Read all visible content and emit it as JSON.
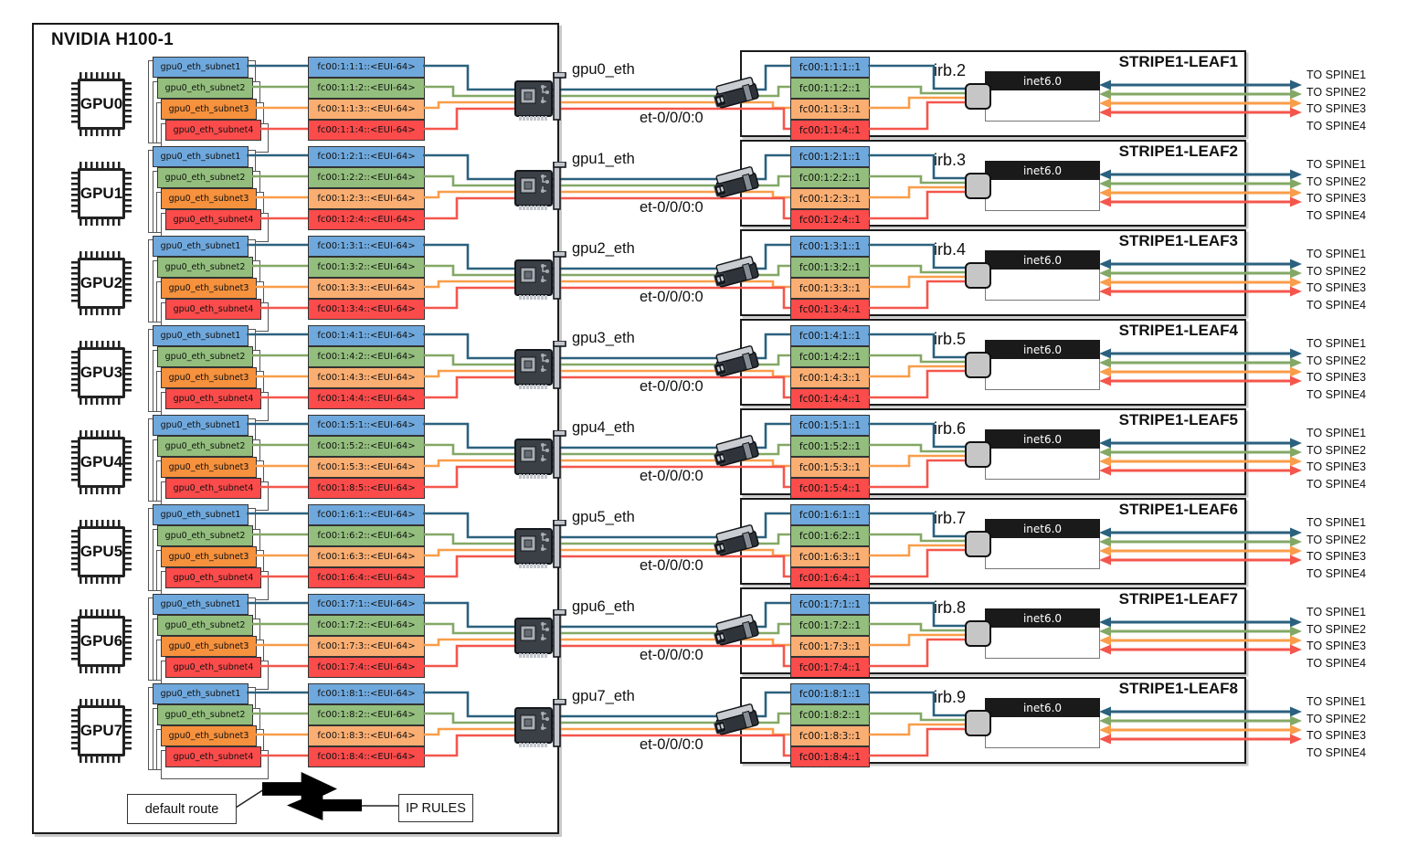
{
  "title": "NVIDIA H100-1",
  "colors": {
    "box_blue": "#6FA8DC",
    "box_green": "#93BE7D",
    "box_orange_dark": "#F6913D",
    "box_orange_light": "#FBAE72",
    "box_red": "#FB4B4B",
    "line_blue": "#2B617E",
    "line_green": "#83A866",
    "line_orange": "#F99D4A",
    "line_red": "#F4564C"
  },
  "legend": {
    "default_route": "default route",
    "ip_rules": "IP RULES"
  },
  "gpus": [
    {
      "label": "GPU0",
      "eth_label": "gpu0_eth",
      "port_label": "et-0/0/0:0",
      "subnets": [
        "gpu0_eth_subnet1",
        "gpu0_eth_subnet2",
        "gpu0_eth_subnet3",
        "gpu0_eth_subnet4"
      ],
      "addresses": [
        "fc00:1:1:1::<EUI-64>",
        "fc00:1:1:2::<EUI-64>",
        "fc00:1:1:3::<EUI-64>",
        "fc00:1:1:4::<EUI-64>"
      ]
    },
    {
      "label": "GPU1",
      "eth_label": "gpu1_eth",
      "port_label": "et-0/0/0:0",
      "subnets": [
        "gpu0_eth_subnet1",
        "gpu0_eth_subnet2",
        "gpu0_eth_subnet3",
        "gpu0_eth_subnet4"
      ],
      "addresses": [
        "fc00:1:2:1::<EUI-64>",
        "fc00:1:2:2::<EUI-64>",
        "fc00:1:2:3::<EUI-64>",
        "fc00:1:2:4::<EUI-64>"
      ]
    },
    {
      "label": "GPU2",
      "eth_label": "gpu2_eth",
      "port_label": "et-0/0/0:0",
      "subnets": [
        "gpu0_eth_subnet1",
        "gpu0_eth_subnet2",
        "gpu0_eth_subnet3",
        "gpu0_eth_subnet4"
      ],
      "addresses": [
        "fc00:1:3:1::<EUI-64>",
        "fc00:1:3:2::<EUI-64>",
        "fc00:1:3:3::<EUI-64>",
        "fc00:1:3:4::<EUI-64>"
      ]
    },
    {
      "label": "GPU3",
      "eth_label": "gpu3_eth",
      "port_label": "et-0/0/0:0",
      "subnets": [
        "gpu0_eth_subnet1",
        "gpu0_eth_subnet2",
        "gpu0_eth_subnet3",
        "gpu0_eth_subnet4"
      ],
      "addresses": [
        "fc00:1:4:1::<EUI-64>",
        "fc00:1:4:2::<EUI-64>",
        "fc00:1:4:3::<EUI-64>",
        "fc00:1:4:4::<EUI-64>"
      ]
    },
    {
      "label": "GPU4",
      "eth_label": "gpu4_eth",
      "port_label": "et-0/0/0:0",
      "subnets": [
        "gpu0_eth_subnet1",
        "gpu0_eth_subnet2",
        "gpu0_eth_subnet3",
        "gpu0_eth_subnet4"
      ],
      "addresses": [
        "fc00:1:5:1::<EUI-64>",
        "fc00:1:5:2::<EUI-64>",
        "fc00:1:5:3::<EUI-64>",
        "fc00:1:8:5::<EUI-64>"
      ]
    },
    {
      "label": "GPU5",
      "eth_label": "gpu5_eth",
      "port_label": "et-0/0/0:0",
      "subnets": [
        "gpu0_eth_subnet1",
        "gpu0_eth_subnet2",
        "gpu0_eth_subnet3",
        "gpu0_eth_subnet4"
      ],
      "addresses": [
        "fc00:1:6:1::<EUI-64>",
        "fc00:1:6:2::<EUI-64>",
        "fc00:1:6:3::<EUI-64>",
        "fc00:1:6:4::<EUI-64>"
      ]
    },
    {
      "label": "GPU6",
      "eth_label": "gpu6_eth",
      "port_label": "et-0/0/0:0",
      "subnets": [
        "gpu0_eth_subnet1",
        "gpu0_eth_subnet2",
        "gpu0_eth_subnet3",
        "gpu0_eth_subnet4"
      ],
      "addresses": [
        "fc00:1:7:1::<EUI-64>",
        "fc00:1:7:2::<EUI-64>",
        "fc00:1:7:3::<EUI-64>",
        "fc00:1:7:4::<EUI-64>"
      ]
    },
    {
      "label": "GPU7",
      "eth_label": "gpu7_eth",
      "port_label": "et-0/0/0:0",
      "subnets": [
        "gpu0_eth_subnet1",
        "gpu0_eth_subnet2",
        "gpu0_eth_subnet3",
        "gpu0_eth_subnet4"
      ],
      "addresses": [
        "fc00:1:8:1::<EUI-64>",
        "fc00:1:8:2::<EUI-64>",
        "fc00:1:8:3::<EUI-64>",
        "fc00:1:8:4::<EUI-64>"
      ]
    }
  ],
  "leaves": [
    {
      "title": "STRIPE1-LEAF1",
      "irb": "irb.2",
      "table": "inet6.0",
      "addresses": [
        "fc00:1:1:1::1",
        "fc00:1:1:2::1",
        "fc00:1:1:3::1",
        "fc00:1:1:4::1"
      ],
      "spines": [
        "TO SPINE1",
        "TO SPINE2",
        "TO SPINE3",
        "TO SPINE4"
      ]
    },
    {
      "title": "STRIPE1-LEAF2",
      "irb": "irb.3",
      "table": "inet6.0",
      "addresses": [
        "fc00:1:2:1::1",
        "fc00:1:2:2::1",
        "fc00:1:2:3::1",
        "fc00:1:2:4::1"
      ],
      "spines": [
        "TO SPINE1",
        "TO SPINE2",
        "TO SPINE3",
        "TO SPINE4"
      ]
    },
    {
      "title": "STRIPE1-LEAF3",
      "irb": "irb.4",
      "table": "inet6.0",
      "addresses": [
        "fc00:1:3:1::1",
        "fc00:1:3:2::1",
        "fc00:1:3:3::1",
        "fc00:1:3:4::1"
      ],
      "spines": [
        "TO SPINE1",
        "TO SPINE2",
        "TO SPINE3",
        "TO SPINE4"
      ]
    },
    {
      "title": "STRIPE1-LEAF4",
      "irb": "irb.5",
      "table": "inet6.0",
      "addresses": [
        "fc00:1:4:1::1",
        "fc00:1:4:2::1",
        "fc00:1:4:3::1",
        "fc00:1:4:4::1"
      ],
      "spines": [
        "TO SPINE1",
        "TO SPINE2",
        "TO SPINE3",
        "TO SPINE4"
      ]
    },
    {
      "title": "STRIPE1-LEAF5",
      "irb": "irb.6",
      "table": "inet6.0",
      "addresses": [
        "fc00:1:5:1::1",
        "fc00:1:5:2::1",
        "fc00:1:5:3::1",
        "fc00:1:5:4::1"
      ],
      "spines": [
        "TO SPINE1",
        "TO SPINE2",
        "TO SPINE3",
        "TO SPINE4"
      ]
    },
    {
      "title": "STRIPE1-LEAF6",
      "irb": "irb.7",
      "table": "inet6.0",
      "addresses": [
        "fc00:1:6:1::1",
        "fc00:1:6:2::1",
        "fc00:1:6:3::1",
        "fc00:1:6:4::1"
      ],
      "spines": [
        "TO SPINE1",
        "TO SPINE2",
        "TO SPINE3",
        "TO SPINE4"
      ]
    },
    {
      "title": "STRIPE1-LEAF7",
      "irb": "irb.8",
      "table": "inet6.0",
      "addresses": [
        "fc00:1:7:1::1",
        "fc00:1:7:2::1",
        "fc00:1:7:3::1",
        "fc00:1:7:4::1"
      ],
      "spines": [
        "TO SPINE1",
        "TO SPINE2",
        "TO SPINE3",
        "TO SPINE4"
      ]
    },
    {
      "title": "STRIPE1-LEAF8",
      "irb": "irb.9",
      "table": "inet6.0",
      "addresses": [
        "fc00:1:8:1::1",
        "fc00:1:8:2::1",
        "fc00:1:8:3::1",
        "fc00:1:8:4::1"
      ],
      "spines": [
        "TO SPINE1",
        "TO SPINE2",
        "TO SPINE3",
        "TO SPINE4"
      ]
    }
  ]
}
